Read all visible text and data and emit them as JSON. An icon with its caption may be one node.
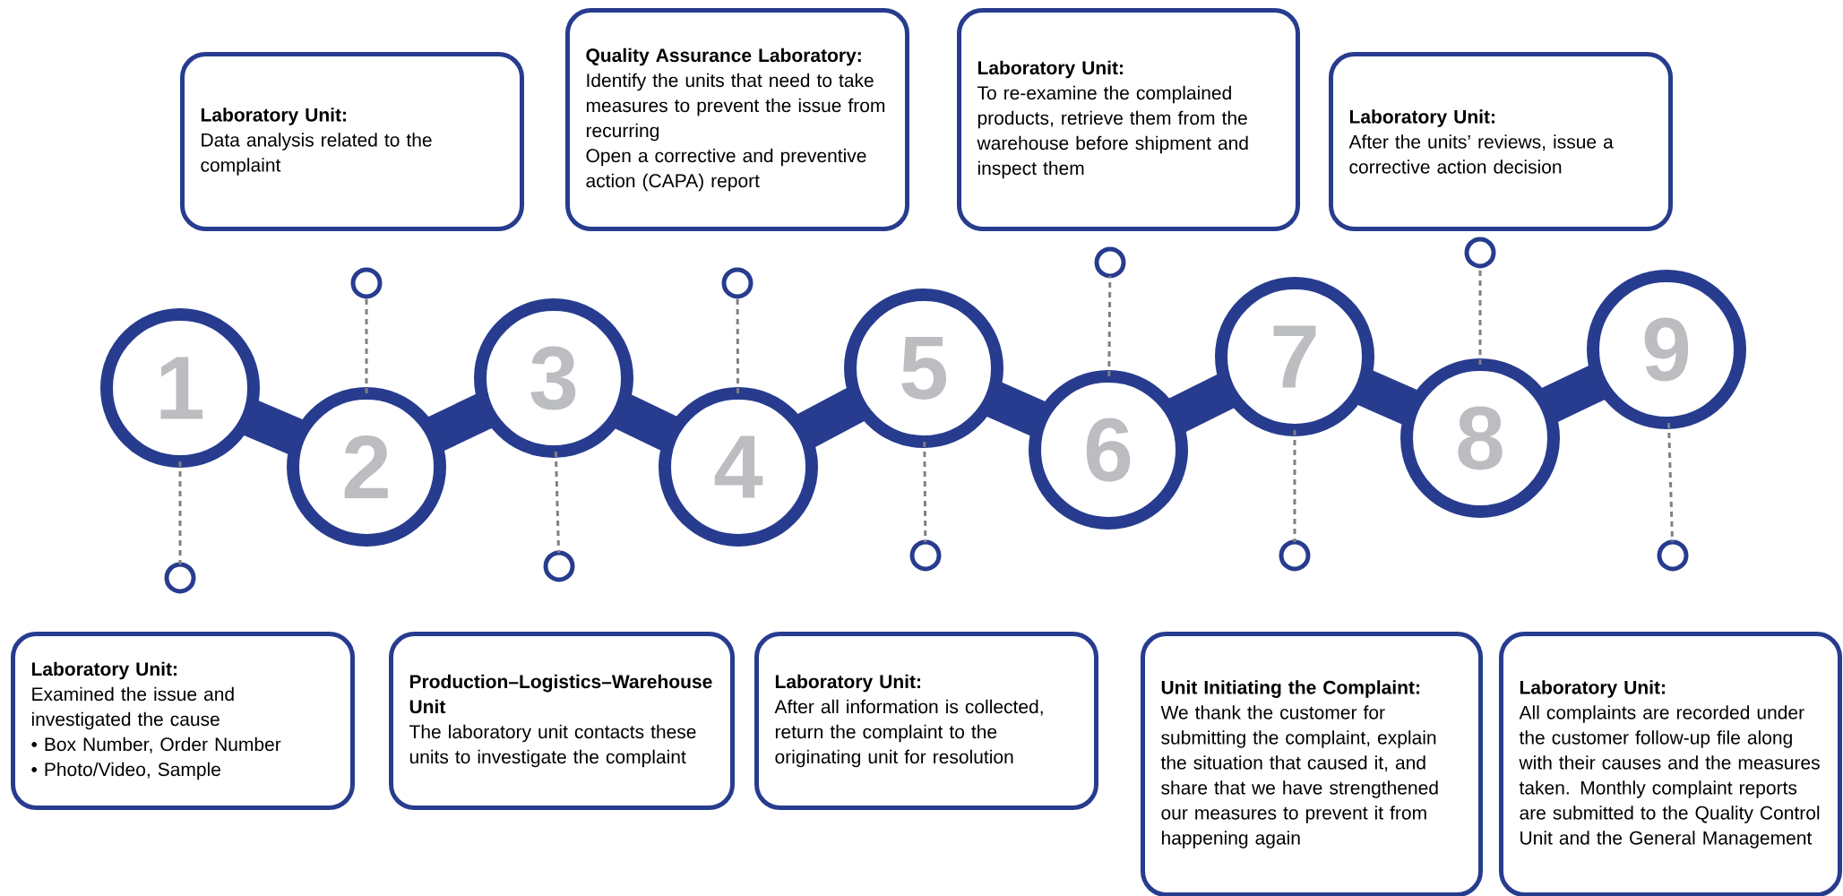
{
  "diagram": {
    "nodes": [
      {
        "text": [
          "1"
        ]
      },
      {
        "text": [
          "2"
        ]
      },
      {
        "text": [
          "3"
        ]
      },
      {
        "text": [
          "4"
        ]
      },
      {
        "text": [
          "5"
        ]
      },
      {
        "text": [
          "6"
        ]
      },
      {
        "text": [
          "7"
        ]
      },
      {
        "text": [
          "8"
        ]
      },
      {
        "text": [
          "9"
        ]
      },
      {
        "text": [],
        "shape": "circle"
      },
      {
        "text": [],
        "shape": "circle"
      },
      {
        "text": [],
        "shape": "circle"
      },
      {
        "text": [],
        "shape": "circle"
      },
      {
        "text": [],
        "shape": "circle"
      },
      {
        "text": [],
        "shape": "circle"
      },
      {
        "text": [],
        "shape": "circle"
      },
      {
        "text": [],
        "shape": "circle"
      },
      {
        "text": [],
        "shape": "circle"
      },
      {
        "text": [
          "Laboratory Unit:",
          "Examined the issue and investigated the cause",
          "• Box Number, Order Number",
          "• Photo/Video, Sample"
        ]
      },
      {
        "text": [
          "Laboratory Unit:",
          "Data analysis related to the complaint"
        ]
      },
      {
        "text": [
          "Production–Logistics–Warehouse Unit",
          "The laboratory unit contacts these units to investigate the complaint"
        ]
      },
      {
        "text": [
          "Quality Assurance Laboratory:",
          "Identify the units that need to take measures to prevent the issue from recurring",
          "Open a corrective and preventive action (CAPA) report"
        ]
      },
      {
        "text": [
          "Laboratory Unit:",
          "After all information is collected, return the complaint to the originating unit for resolution"
        ]
      },
      {
        "text": [
          "Laboratory Unit:",
          "To re-examine the complained products, retrieve them from the warehouse before shipment and inspect them"
        ]
      },
      {
        "text": [
          "Unit Initiating the Complaint:",
          "We thank the customer for submitting the complaint, explain the situation that caused it, and share that we have strengthened our measures to prevent it from happening again"
        ]
      },
      {
        "text": [
          "Laboratory Unit:",
          "After the units’ reviews, issue a corrective action decision"
        ]
      },
      {
        "text": [
          "Laboratory Unit:",
          "All complaints are recorded under the customer follow-up file along with their causes and the measures taken. Monthly complaint reports are submitted to the Quality Control Unit and the General Management"
        ]
      }
    ],
    "edges": [
      {
        "from": 0,
        "to": 1,
        "arrow": "none",
        "style": "thick",
        "color": "#273c8e"
      },
      {
        "from": 1,
        "to": 2,
        "arrow": "none",
        "style": "thick",
        "color": "#273c8e"
      },
      {
        "from": 2,
        "to": 3,
        "arrow": "none",
        "style": "thick",
        "color": "#273c8e"
      },
      {
        "from": 3,
        "to": 4,
        "arrow": "none",
        "style": "thick",
        "color": "#273c8e"
      },
      {
        "from": 4,
        "to": 5,
        "arrow": "none",
        "style": "thick",
        "color": "#273c8e"
      },
      {
        "from": 5,
        "to": 6,
        "arrow": "none",
        "style": "thick",
        "color": "#273c8e"
      },
      {
        "from": 6,
        "to": 7,
        "arrow": "none",
        "style": "thick",
        "color": "#273c8e"
      },
      {
        "from": 7,
        "to": 8,
        "arrow": "none",
        "style": "thick",
        "color": "#273c8e"
      },
      {
        "from": 0,
        "to": 9,
        "arrow": "none",
        "style": "dashed"
      },
      {
        "from": 1,
        "to": 10,
        "arrow": "none",
        "style": "dashed"
      },
      {
        "from": 2,
        "to": 11,
        "arrow": "none",
        "style": "dashed"
      },
      {
        "from": 3,
        "to": 12,
        "arrow": "none",
        "style": "dashed"
      },
      {
        "from": 4,
        "to": 13,
        "arrow": "none",
        "style": "dashed"
      },
      {
        "from": 5,
        "to": 14,
        "arrow": "none",
        "style": "dashed"
      },
      {
        "from": 6,
        "to": 15,
        "arrow": "none",
        "style": "dashed"
      },
      {
        "from": 7,
        "to": 16,
        "arrow": "none",
        "style": "dashed"
      },
      {
        "from": 8,
        "to": 17,
        "arrow": "none",
        "style": "dashed"
      }
    ]
  }
}
